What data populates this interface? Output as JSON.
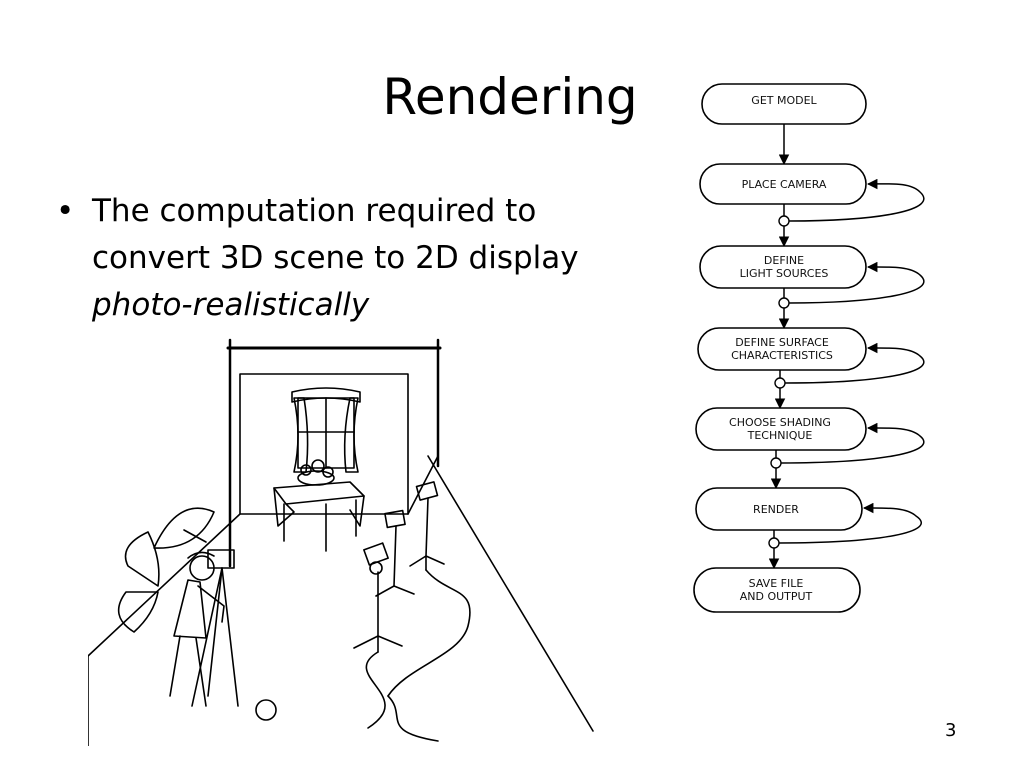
{
  "slide": {
    "title": "Rendering",
    "bullet_line1": "The computation required to",
    "bullet_line2": "convert 3D scene to 2D display",
    "bullet_line3": "photo-realistically",
    "page_number": "3"
  },
  "flowchart": {
    "steps": [
      {
        "line1": "GET MODEL",
        "line2": ""
      },
      {
        "line1": "PLACE CAMERA",
        "line2": ""
      },
      {
        "line1": "DEFINE",
        "line2": "LIGHT SOURCES"
      },
      {
        "line1": "DEFINE SURFACE",
        "line2": "CHARACTERISTICS"
      },
      {
        "line1": "CHOOSE SHADING",
        "line2": "TECHNIQUE"
      },
      {
        "line1": "RENDER",
        "line2": ""
      },
      {
        "line1": "SAVE FILE",
        "line2": "AND OUTPUT"
      }
    ]
  },
  "illustration": {
    "subject": "photo-studio-scene-line-drawing"
  }
}
